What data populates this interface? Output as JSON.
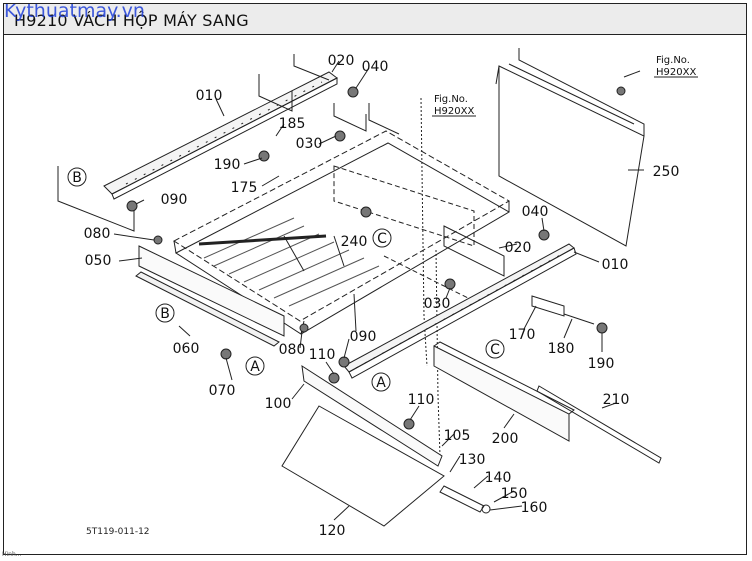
{
  "header": {
    "title": "H9210 VÁCH HỘP MÁY SANG",
    "watermark": "Kythuatmay.vn"
  },
  "diagram": {
    "part_labels": {
      "p010a": "010",
      "p020a": "020",
      "p040a": "040",
      "p185": "185",
      "p030a": "030",
      "p190a": "190",
      "p175": "175",
      "p090a": "090",
      "p080a": "080",
      "p050": "050",
      "p240": "240",
      "p040b": "040",
      "p020b": "020",
      "p010b": "010",
      "p250": "250",
      "p030b": "030",
      "p060": "060",
      "p090b": "090",
      "p080b": "080",
      "p110a": "110",
      "p070": "070",
      "p100": "100",
      "p170": "170",
      "p180": "180",
      "p190b": "190",
      "p210": "210",
      "p200": "200",
      "p110b": "110",
      "p105": "105",
      "p130": "130",
      "p140": "140",
      "p150": "150",
      "p160": "160",
      "p120": "120"
    },
    "markers": {
      "b1": "B",
      "b2": "B",
      "c1": "C",
      "c2": "C",
      "a1": "A",
      "a2": "A"
    },
    "figref1": {
      "line1": "Fig.No.",
      "line2": "H920XX"
    },
    "figref2": {
      "line1": "Fig.No.",
      "line2": "H920XX"
    },
    "drawing_code": "5T119-011-12"
  },
  "footer": {
    "caption": "Hình..."
  }
}
